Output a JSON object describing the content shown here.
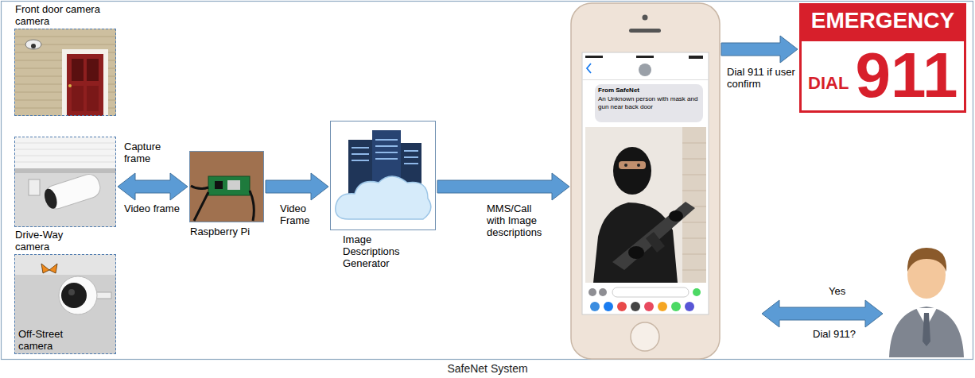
{
  "diagram": {
    "caption": "SafeNet System",
    "nodes": [
      {
        "text": [
          "Front door camera camera"
        ]
      },
      {
        "text": [
          "Drive-Way camera"
        ]
      },
      {
        "text": [
          "Off-Street camera"
        ]
      },
      {
        "text": [
          "Raspberry Pi"
        ]
      },
      {
        "text": [
          "Image Descriptions Generator"
        ]
      },
      {
        "text": [
          "From SafeNet",
          "An Unknown person with mask and gun near back door"
        ]
      },
      {
        "text": [
          "EMERGENCY",
          "DIAL",
          "911"
        ]
      }
    ],
    "edges": [
      {
        "from": 1,
        "to": 3,
        "arrow": "both",
        "label": "Capture frame"
      },
      {
        "from": 3,
        "to": 4,
        "arrow": "to",
        "label": "Video Frame"
      },
      {
        "from": 4,
        "to": 5,
        "arrow": "to",
        "label": "MMS/Call with Image descriptions"
      },
      {
        "from": 5,
        "to": 6,
        "arrow": "to",
        "label": "Dial 911 if user confirm"
      }
    ],
    "labels": [
      "Video frame",
      "Yes",
      "Dial 911?"
    ]
  }
}
